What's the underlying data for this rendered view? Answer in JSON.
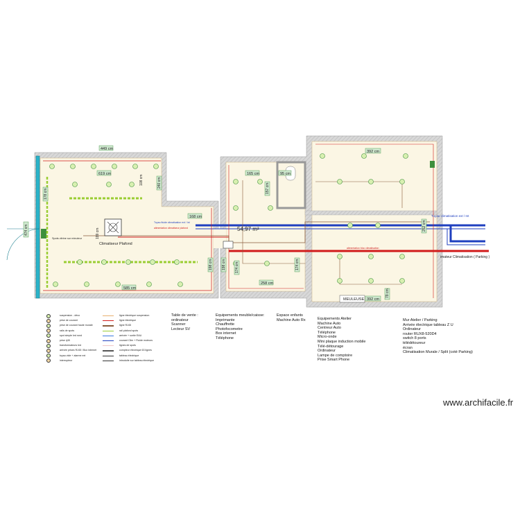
{
  "area_label": "54,97 m²",
  "room_labels": {
    "ceiling_ac": "Climatiseur Plafond",
    "grinder": "MEULEUSE",
    "parking_ac": "imateur Climatisation ( Parking )",
    "ac_pipe_right": "Tuyau climatisation ext / Int",
    "ac_pipe_top": "Tuyau fluide climatisation ext / Int",
    "ac_power_line": "alimentation climatiseur plafond",
    "parking_power_line": "alimentation bloc climatisation",
    "spots_label": "Spots vitrine sur minuteur"
  },
  "dimensions": {
    "d1": "449 cm",
    "d2": "619 cm",
    "d3": "585 cm",
    "d4": "474 cm",
    "d5": "178 cm",
    "d6": "168 cm",
    "d7": "240 cm",
    "d8": "108 cm",
    "d9": "199 cm",
    "d10": "165 cm",
    "d11": "157 cm",
    "d12": "95 cm",
    "d13": "258 cm",
    "d14": "174 cm",
    "d15": "174 cm",
    "d16": "392 cm",
    "d17": "392 cm",
    "d18": "252 cm",
    "d19": "79 cm",
    "d20": "198 cm",
    "d21": "198 cm"
  },
  "legend": [
    {
      "label": "suspension - déco",
      "icon": "suspension-icon"
    },
    {
      "label": "prise de courant",
      "icon": "outlet-icon"
    },
    {
      "label": "prise de courant haute murale",
      "icon": "high-outlet-icon"
    },
    {
      "label": "rails de spots",
      "icon": "spot-rail-icon"
    },
    {
      "label": "spot simple led rond",
      "icon": "round-spot-icon"
    },
    {
      "label": "prise rj45",
      "icon": "rj45-icon"
    },
    {
      "label": "transformateurs led",
      "icon": "transformer-icon"
    },
    {
      "label": "arrivée prises RJ45 / Box internet",
      "icon": "rj45-box-icon"
    },
    {
      "label": "tuyau vide + alarme ext",
      "icon": "conduit-icon"
    },
    {
      "label": "interrupteur",
      "icon": "switch-icon"
    }
  ],
  "legend2": [
    {
      "label": "ligne électrique suspension",
      "color": "#e8b070"
    },
    {
      "label": "ligne électrique",
      "color": "#d11a1a"
    },
    {
      "label": "ligne RJ45",
      "color": "#8a5a3a"
    },
    {
      "label": "rail plafond spots",
      "color": "#9acd32"
    },
    {
      "label": "arrivée + sortie EAU",
      "color": "#3a7adf"
    },
    {
      "label": "courant Clim + Fluide moteurs",
      "color": "#1f3fbf"
    },
    {
      "label": "lignes de spots",
      "color": "#f0c8c8"
    },
    {
      "label": "compteur électrique 63 lignes",
      "color": "#555555"
    },
    {
      "label": "tableau électrique",
      "color": "#333333"
    },
    {
      "label": "introduite sur tableau électrique",
      "color": "#333333"
    }
  ],
  "notes": {
    "sales_table": "Table de vente :\nordinateur\nScanner\nLecteur SV",
    "furniture": "Equipements meuble/caisse:\nImprimante\nChauffrette\nPhotofocometre\nBox internet\nTéléphone",
    "kids": "Espace enfants\nMachine Auto Rx",
    "workshop": "Equipements Atelier\nMachine Auto\nCentreur Auto\nTéléphone\nMicro-onde\nMini plaque induction mobile\nTélé-détourage\nOrdinateur\nLampe de comptoire\nPrise Smart Phone",
    "parking_wall": "Mur Atelier / Parking\nArrivée électrique tableau Z U\nOrdinateur\nrouter RUX8-520D4\nswitch 8 ports\ntélédétoureur\nécran\nClimatisation Murale / Split (coté Parking)"
  },
  "watermark": "www.archifacile.fr",
  "colors": {
    "wall": "#c8c8c8",
    "floor": "#fbf6e4",
    "power": "#d11a1a",
    "ac_pipe": "#1f3fbf",
    "spot_rail": "#9acd32",
    "rj45": "#8a5a3a",
    "dim_box": "#3d8f3d"
  }
}
